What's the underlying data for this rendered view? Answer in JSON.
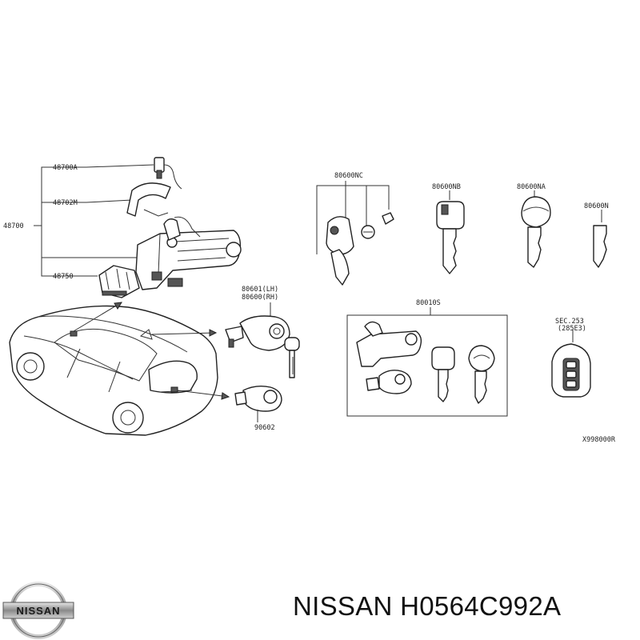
{
  "labels": {
    "p48700A": "48700A",
    "p48702M": "48702M",
    "p48700": "48700",
    "p48750": "48750",
    "p80601": "80601(LH)",
    "p80600rh": "80600(RH)",
    "p90602": "90602",
    "p80600NC": "80600NC",
    "p80600NB": "80600NB",
    "p80600NA": "80600NA",
    "p80600N": "80600N",
    "p80010S": "80010S",
    "sec1": "SEC.253",
    "sec2": "(285E3)",
    "code": "X998000R"
  },
  "footer": {
    "logo_text": "NISSAN",
    "caption": "NISSAN H0564C992A"
  }
}
